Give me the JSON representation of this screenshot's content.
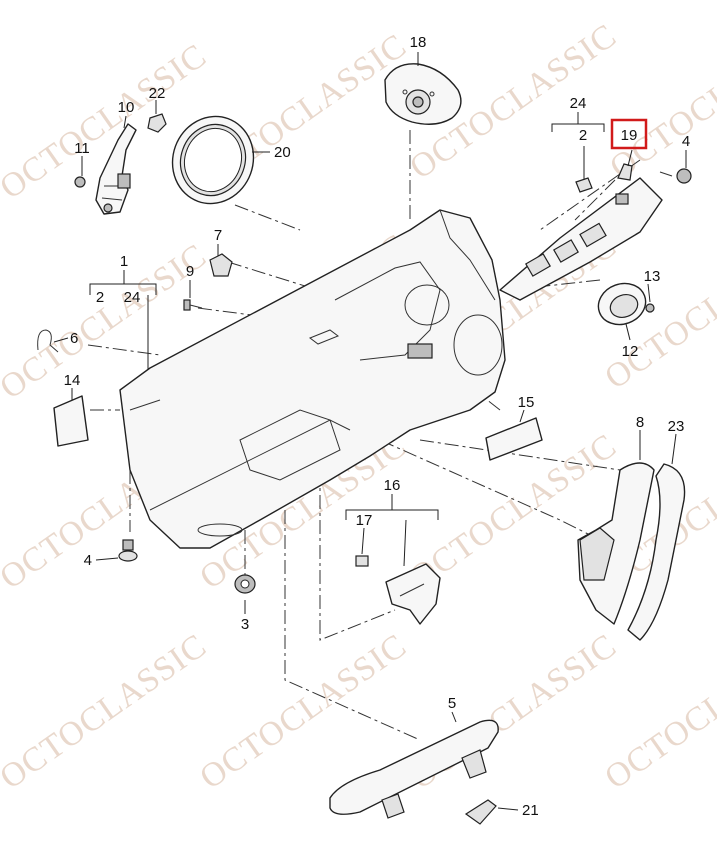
{
  "watermark": {
    "text": "OCTOCLASSIC"
  },
  "colors": {
    "highlight": "#d11a1a",
    "watermark": "#e9d8cc",
    "line": "#222222"
  },
  "callouts": {
    "c1": "1",
    "c1_sub_a": "2",
    "c1_sub_b": "24",
    "c2": "2",
    "c3": "3",
    "c4_top": "4",
    "c4_bottom": "4",
    "c5": "5",
    "c6": "6",
    "c7": "7",
    "c8": "8",
    "c9": "9",
    "c10": "10",
    "c11": "11",
    "c12": "12",
    "c13": "13",
    "c14": "14",
    "c15": "15",
    "c16": "16",
    "c17": "17",
    "c18": "18",
    "c19": "19",
    "c20": "20",
    "c21": "21",
    "c22": "22",
    "c23": "23",
    "c24": "24"
  },
  "highlighted_part": "19"
}
